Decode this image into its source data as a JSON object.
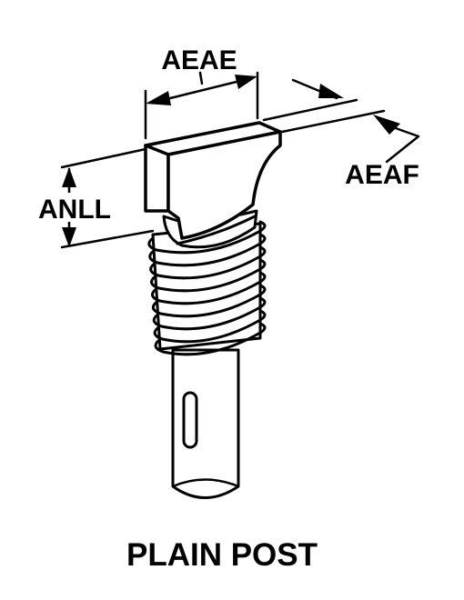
{
  "labels": {
    "width_dimension": "AEAE",
    "thickness_dimension": "AEAF",
    "height_dimension": "ANLL"
  },
  "caption": "PLAIN POST",
  "colors": {
    "ink": "#000000",
    "paper": "#ffffff"
  }
}
